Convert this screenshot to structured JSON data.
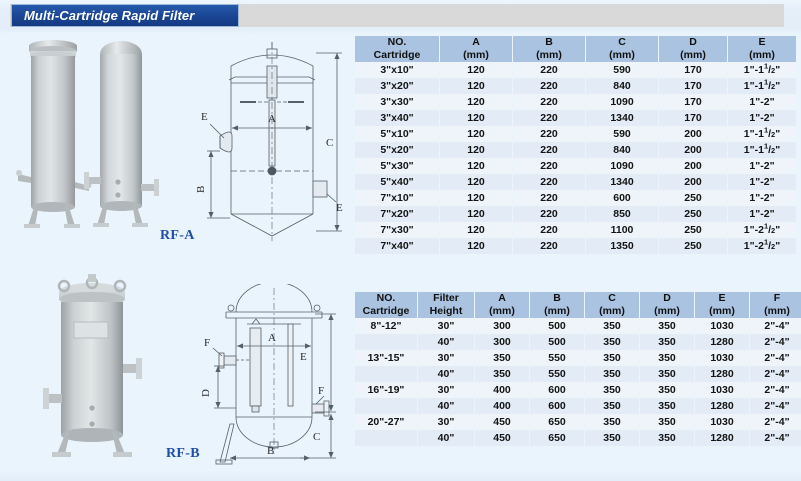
{
  "header": {
    "title": "Multi-Cartridge Rapid Filter"
  },
  "products": [
    {
      "tag": "RF-A",
      "name": "multi-cartridge-rapid-filter-rf-a"
    },
    {
      "tag": "RF-B",
      "name": "multi-cartridge-rapid-filter-rf-b"
    }
  ],
  "drawings": [
    {
      "name": "rf-a-dimension-drawing",
      "labels": [
        "E",
        "E",
        "A",
        "B",
        "C"
      ]
    },
    {
      "name": "rf-b-dimension-drawing",
      "labels": [
        "A",
        "F",
        "F",
        "D",
        "E",
        "C",
        "B"
      ]
    }
  ],
  "table_a": {
    "name": "rf-a-specification-table",
    "headers": [
      {
        "line1": "NO.",
        "line2": "Cartridge"
      },
      {
        "line1": "A",
        "line2": "(mm)"
      },
      {
        "line1": "B",
        "line2": "(mm)"
      },
      {
        "line1": "C",
        "line2": "(mm)"
      },
      {
        "line1": "D",
        "line2": "(mm)"
      },
      {
        "line1": "E",
        "line2": "(mm)"
      }
    ],
    "rows": [
      {
        "cartridge": "3\"x10\"",
        "a": "120",
        "b": "220",
        "c": "590",
        "d": "170",
        "e_whole": "1\"-1",
        "e_num": "1",
        "e_den": "2",
        "e_tail": "\""
      },
      {
        "cartridge": "3\"x20\"",
        "a": "120",
        "b": "220",
        "c": "840",
        "d": "170",
        "e_whole": "1\"-1",
        "e_num": "1",
        "e_den": "2",
        "e_tail": "\""
      },
      {
        "cartridge": "3\"x30\"",
        "a": "120",
        "b": "220",
        "c": "1090",
        "d": "170",
        "e_whole": "1\"-2\"",
        "e_num": "",
        "e_den": "",
        "e_tail": ""
      },
      {
        "cartridge": "3\"x40\"",
        "a": "120",
        "b": "220",
        "c": "1340",
        "d": "170",
        "e_whole": "1\"-2\"",
        "e_num": "",
        "e_den": "",
        "e_tail": ""
      },
      {
        "cartridge": "5\"x10\"",
        "a": "120",
        "b": "220",
        "c": "590",
        "d": "200",
        "e_whole": "1\"-1",
        "e_num": "1",
        "e_den": "2",
        "e_tail": "\""
      },
      {
        "cartridge": "5\"x20\"",
        "a": "120",
        "b": "220",
        "c": "840",
        "d": "200",
        "e_whole": "1\"-1",
        "e_num": "1",
        "e_den": "2",
        "e_tail": "\""
      },
      {
        "cartridge": "5\"x30\"",
        "a": "120",
        "b": "220",
        "c": "1090",
        "d": "200",
        "e_whole": "1\"-2\"",
        "e_num": "",
        "e_den": "",
        "e_tail": ""
      },
      {
        "cartridge": "5\"x40\"",
        "a": "120",
        "b": "220",
        "c": "1340",
        "d": "200",
        "e_whole": "1\"-2\"",
        "e_num": "",
        "e_den": "",
        "e_tail": ""
      },
      {
        "cartridge": "7\"x10\"",
        "a": "120",
        "b": "220",
        "c": "600",
        "d": "250",
        "e_whole": "1\"-2\"",
        "e_num": "",
        "e_den": "",
        "e_tail": ""
      },
      {
        "cartridge": "7\"x20\"",
        "a": "120",
        "b": "220",
        "c": "850",
        "d": "250",
        "e_whole": "1\"-2\"",
        "e_num": "",
        "e_den": "",
        "e_tail": ""
      },
      {
        "cartridge": "7\"x30\"",
        "a": "120",
        "b": "220",
        "c": "1100",
        "d": "250",
        "e_whole": "1\"-2",
        "e_num": "1",
        "e_den": "2",
        "e_tail": "\""
      },
      {
        "cartridge": "7\"x40\"",
        "a": "120",
        "b": "220",
        "c": "1350",
        "d": "250",
        "e_whole": "1\"-2",
        "e_num": "1",
        "e_den": "2",
        "e_tail": "\""
      }
    ]
  },
  "table_b": {
    "name": "rf-b-specification-table",
    "headers": [
      {
        "line1": "NO.",
        "line2": "Cartridge"
      },
      {
        "line1": "Filter",
        "line2": "Height"
      },
      {
        "line1": "A",
        "line2": "(mm)"
      },
      {
        "line1": "B",
        "line2": "(mm)"
      },
      {
        "line1": "C",
        "line2": "(mm)"
      },
      {
        "line1": "D",
        "line2": "(mm)"
      },
      {
        "line1": "E",
        "line2": "(mm)"
      },
      {
        "line1": "F",
        "line2": "(mm)"
      }
    ],
    "rows": [
      {
        "cartridge": "8\"-12\"",
        "height": "30\"",
        "a": "300",
        "b": "500",
        "c": "350",
        "d": "350",
        "e": "1030",
        "f": "2\"-4\""
      },
      {
        "cartridge": "",
        "height": "40\"",
        "a": "300",
        "b": "500",
        "c": "350",
        "d": "350",
        "e": "1280",
        "f": "2\"-4\""
      },
      {
        "cartridge": "13\"-15\"",
        "height": "30\"",
        "a": "350",
        "b": "550",
        "c": "350",
        "d": "350",
        "e": "1030",
        "f": "2\"-4\""
      },
      {
        "cartridge": "",
        "height": "40\"",
        "a": "350",
        "b": "550",
        "c": "350",
        "d": "350",
        "e": "1280",
        "f": "2\"-4\""
      },
      {
        "cartridge": "16\"-19\"",
        "height": "30\"",
        "a": "400",
        "b": "600",
        "c": "350",
        "d": "350",
        "e": "1030",
        "f": "2\"-4\""
      },
      {
        "cartridge": "",
        "height": "40\"",
        "a": "400",
        "b": "600",
        "c": "350",
        "d": "350",
        "e": "1280",
        "f": "2\"-4\""
      },
      {
        "cartridge": "20\"-27\"",
        "height": "30\"",
        "a": "450",
        "b": "650",
        "c": "350",
        "d": "350",
        "e": "1030",
        "f": "2\"-4\""
      },
      {
        "cartridge": "",
        "height": "40\"",
        "a": "450",
        "b": "650",
        "c": "350",
        "d": "350",
        "e": "1280",
        "f": "2\"-4\""
      }
    ]
  },
  "colors": {
    "title_bar": "#1a4593",
    "table_header": "#a9c3e0",
    "row_light": "#eff4fa",
    "row_dark": "#e2ebf6",
    "tag_blue": "#1f4fa6",
    "page_bg": "#e9f3fc"
  }
}
